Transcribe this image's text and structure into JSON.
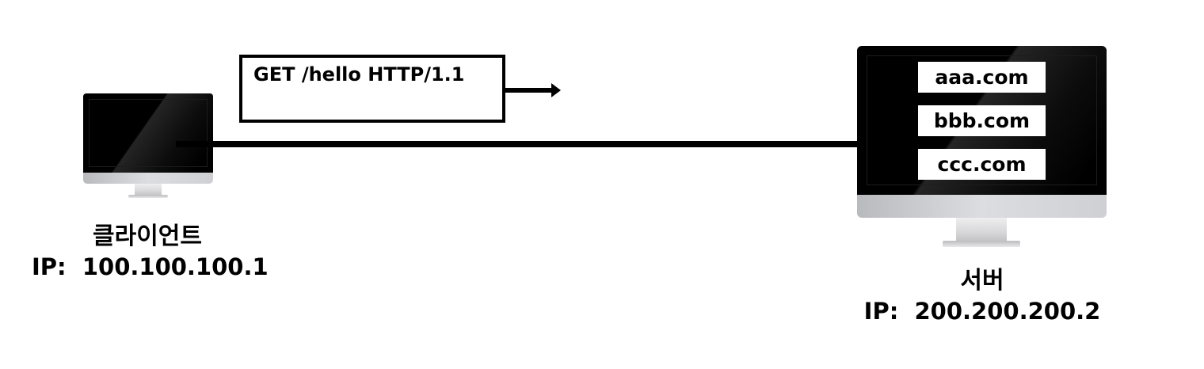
{
  "client": {
    "name": "클라이언트",
    "ip": "IP:  100.100.100.1"
  },
  "server": {
    "name": "서버",
    "ip": "IP:  200.200.200.2",
    "hosts": [
      "aaa.com",
      "bbb.com",
      "ccc.com"
    ]
  },
  "request": {
    "text": "GET /hello HTTP/1.1",
    "direction": "client-to-server"
  }
}
